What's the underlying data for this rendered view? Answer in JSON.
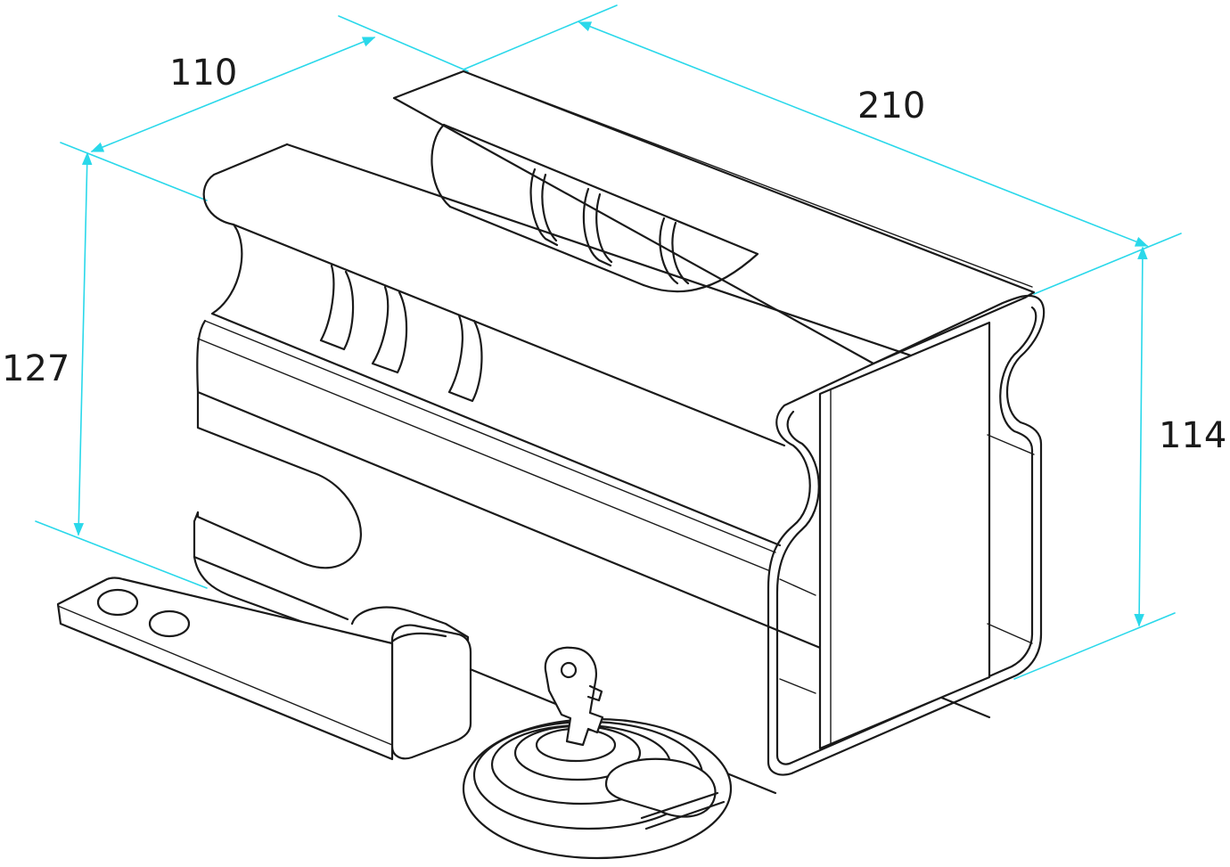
{
  "colors": {
    "dimension": "#2ad8ea",
    "outline": "#1a1a1a",
    "background": "#ffffff"
  },
  "dimensions": {
    "width": "110",
    "length": "210",
    "height_front": "127",
    "height_back": "114"
  }
}
